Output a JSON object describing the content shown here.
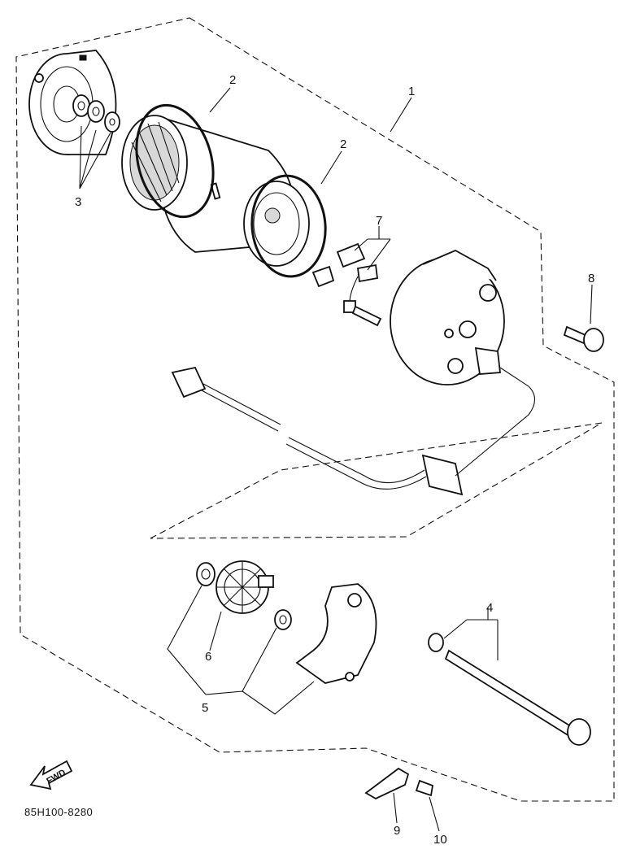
{
  "diagram": {
    "callouts": [
      {
        "id": "callout-1",
        "text": "1"
      },
      {
        "id": "callout-2a",
        "text": "2"
      },
      {
        "id": "callout-2b",
        "text": "2"
      },
      {
        "id": "callout-3",
        "text": "3"
      },
      {
        "id": "callout-4",
        "text": "4"
      },
      {
        "id": "callout-5",
        "text": "5"
      },
      {
        "id": "callout-6",
        "text": "6"
      },
      {
        "id": "callout-7",
        "text": "7"
      },
      {
        "id": "callout-8",
        "text": "8"
      },
      {
        "id": "callout-9",
        "text": "9"
      },
      {
        "id": "callout-10",
        "text": "10"
      }
    ],
    "fwd_label": "FWD",
    "figure_code": "85H100-8280"
  }
}
